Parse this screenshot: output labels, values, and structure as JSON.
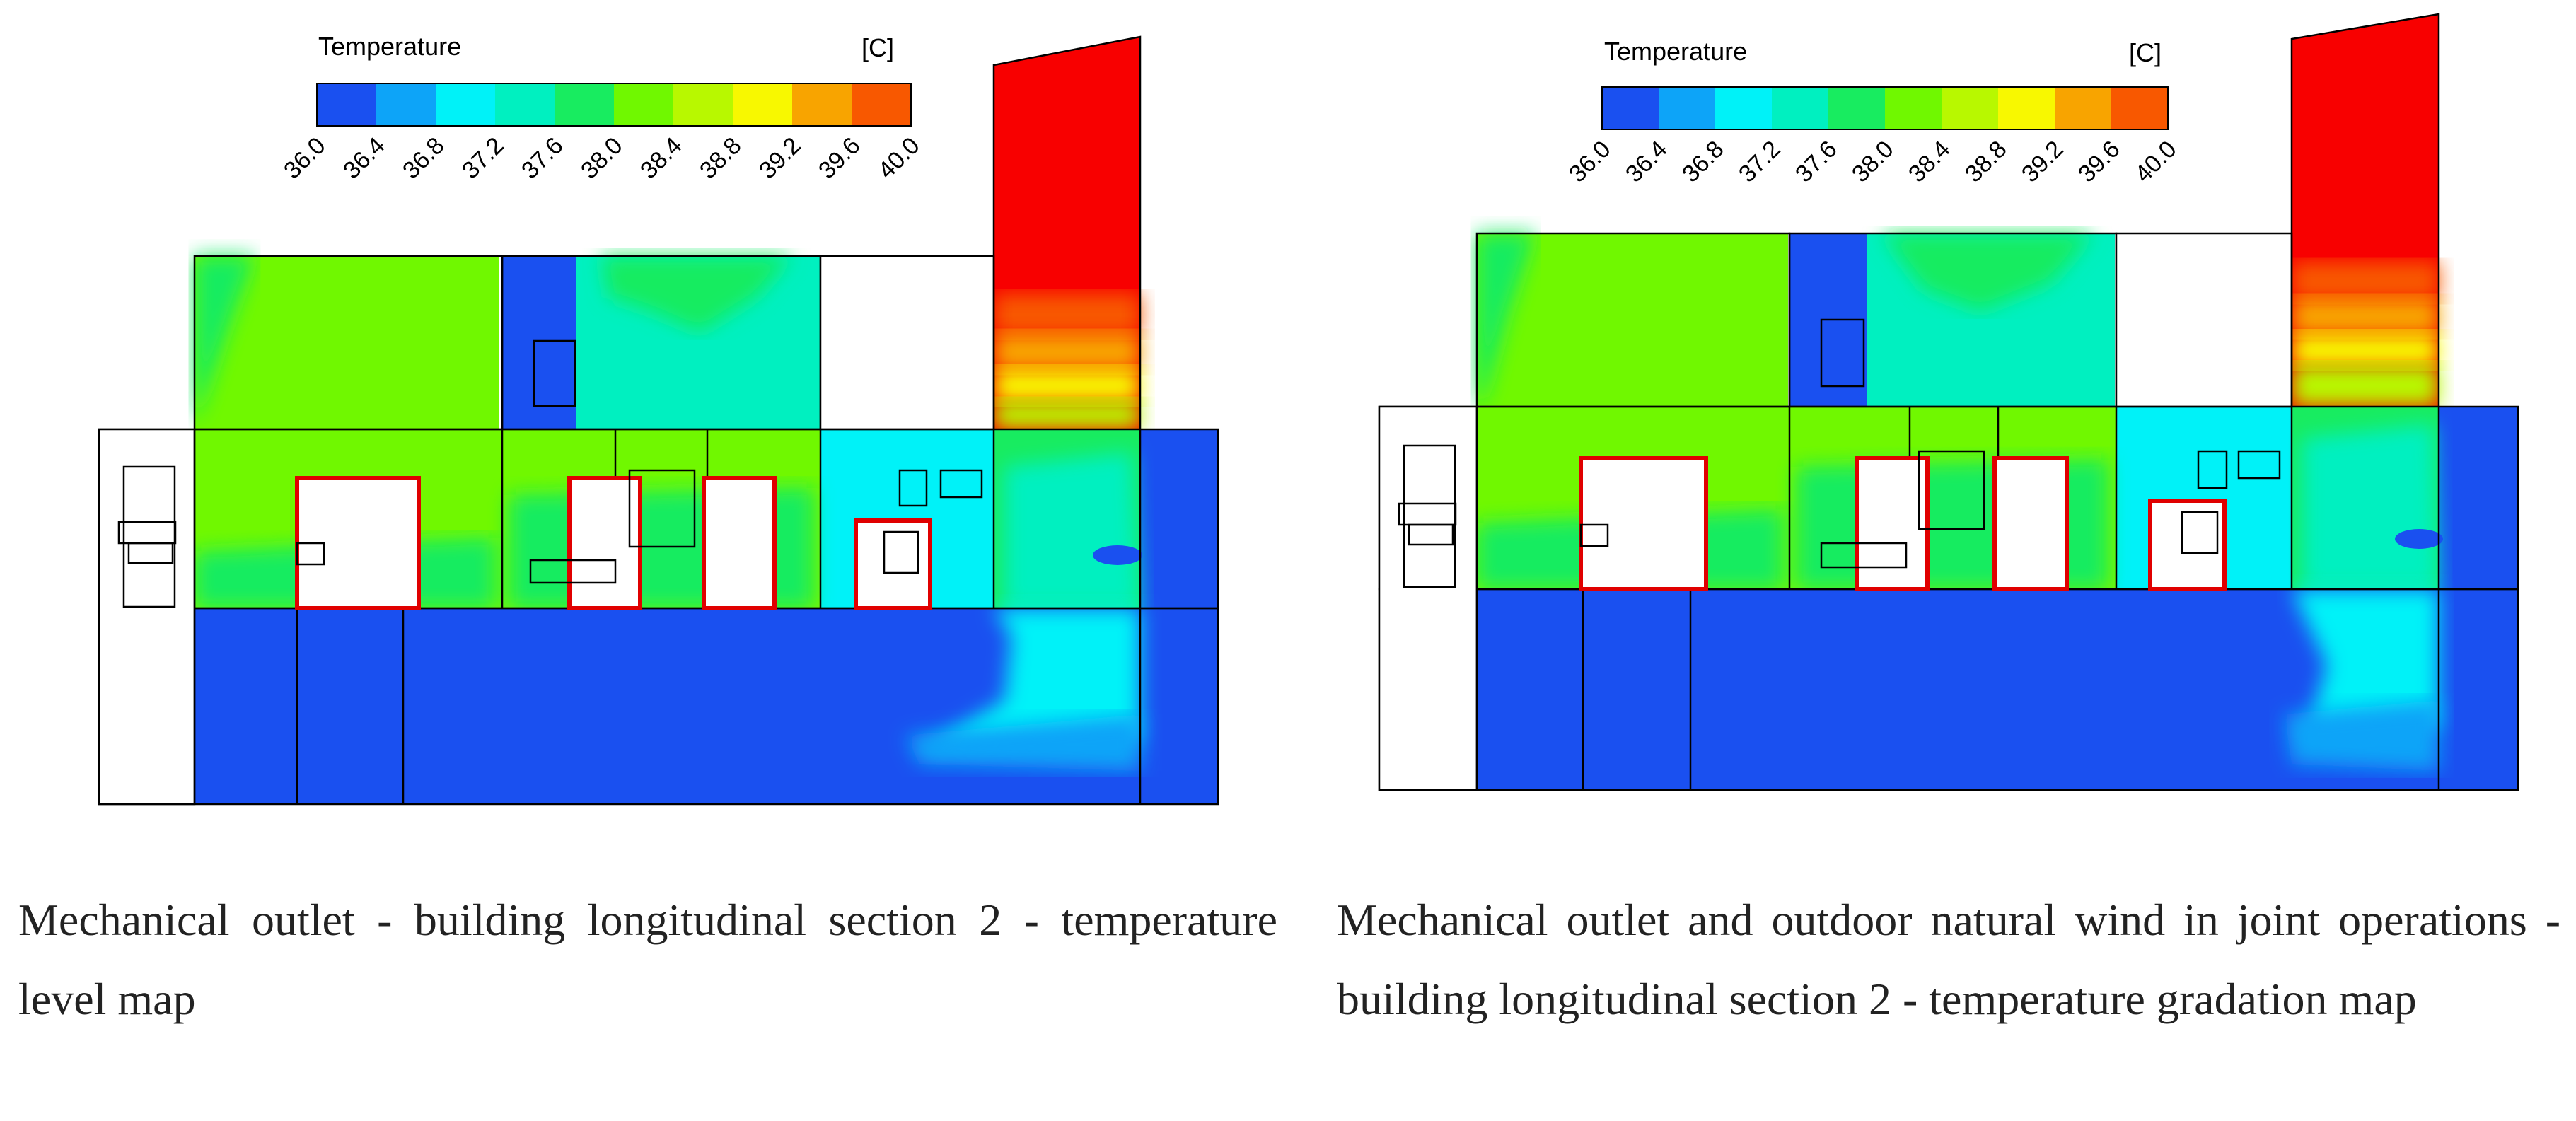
{
  "palette": {
    "blue": "#1a50f0",
    "blue_light": "#0da4f8",
    "cyan": "#00f2f8",
    "aqua": "#00f0c0",
    "green": "#18ec60",
    "lime": "#70f800",
    "yellowgreen": "#b8f800",
    "yellow": "#f8f800",
    "orange": "#f8a400",
    "orange_red": "#f85800",
    "red": "#f80000",
    "white": "#ffffff",
    "outline": "#000000"
  },
  "panels": [
    {
      "legend": {
        "title": "Temperature",
        "unit": "[C]",
        "ticks": [
          "36.0",
          "36.4",
          "36.8",
          "37.2",
          "37.6",
          "38.0",
          "38.4",
          "38.8",
          "39.2",
          "39.6",
          "40.0"
        ]
      },
      "caption": "Mechanical outlet - building longitudinal section 2 - temperature level map"
    },
    {
      "legend": {
        "title": "Temperature",
        "unit": "[C]",
        "ticks": [
          "36.0",
          "36.4",
          "36.8",
          "37.2",
          "37.6",
          "38.0",
          "38.4",
          "38.8",
          "39.2",
          "39.6",
          "40.0"
        ]
      },
      "caption": "Mechanical outlet and outdoor natural wind in joint operations - building longitudinal section 2 - temperature gradation map"
    }
  ]
}
